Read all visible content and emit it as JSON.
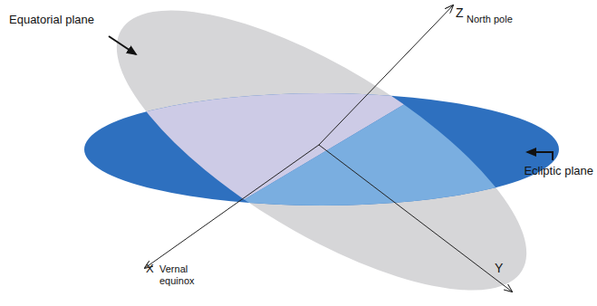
{
  "diagram": {
    "labels": [
      "Equatorial plane",
      "Z",
      "North pole",
      "Ecliptic plane",
      "X",
      "Vernal equinox",
      "Y"
    ]
  }
}
